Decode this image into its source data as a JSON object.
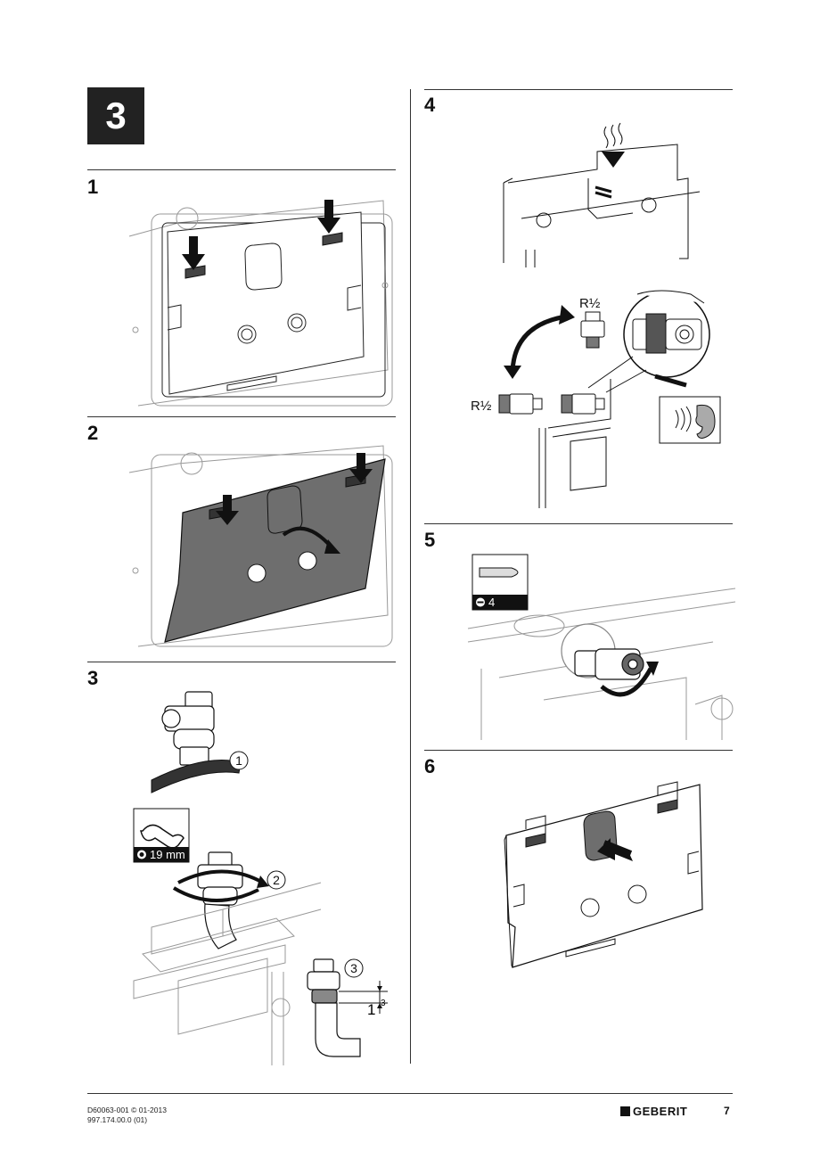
{
  "chapter": "3",
  "steps": {
    "s1": "1",
    "s2": "2",
    "s3": "3",
    "s4": "4",
    "s5": "5",
    "s6": "6"
  },
  "step3": {
    "callout_1": "1",
    "callout_2": "2",
    "callout_3": "3",
    "wrench_size": "19 mm",
    "dim_main": "1",
    "dim_sup": "3"
  },
  "step4": {
    "thread_top": "R½",
    "thread_left": "R½"
  },
  "step5": {
    "screwdriver_size": "4"
  },
  "footer": {
    "doc_code": "D60063-001 © 01-2013",
    "article": "997.174.00.0 (01)",
    "brand": "GEBERIT",
    "page": "7"
  },
  "colors": {
    "ink": "#111111",
    "panel_grey": "#6e6e6e",
    "light_grey": "#d9d9d9"
  }
}
